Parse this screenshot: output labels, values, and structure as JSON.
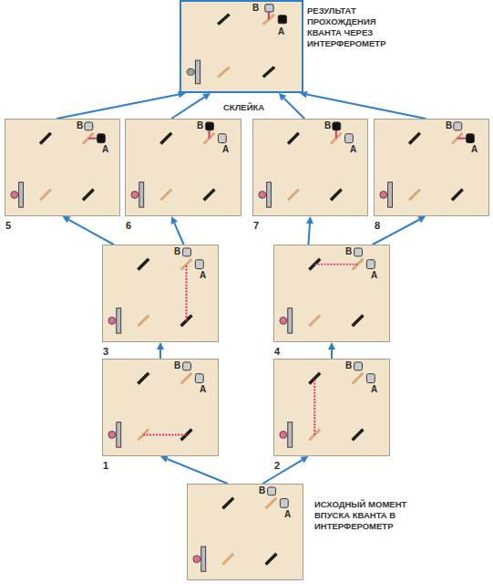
{
  "diagram": {
    "nodes": [
      {
        "text": [
          "РЕЗУЛЬТАТ ПРОХОЖДЕНИЯ КВАНТА ЧЕРЕЗ ИНТЕРФЕРОМЕТР",
          "В",
          "А"
        ]
      },
      {
        "text": [
          "В",
          "А",
          "5"
        ]
      },
      {
        "text": [
          "В",
          "А",
          "6"
        ]
      },
      {
        "text": [
          "В",
          "А",
          "7"
        ]
      },
      {
        "text": [
          "В",
          "А",
          "8"
        ]
      },
      {
        "text": [
          "В",
          "А",
          "3"
        ]
      },
      {
        "text": [
          "В",
          "А",
          "4"
        ]
      },
      {
        "text": [
          "В",
          "А",
          "1"
        ]
      },
      {
        "text": [
          "В",
          "А",
          "2"
        ]
      },
      {
        "text": [
          "В",
          "А",
          "ИСХОДНЫЙ МОМЕНТ ВПУСКА КВАНТА В ИНТЕРФЕРОМЕТР"
        ]
      }
    ],
    "edges": [
      {
        "from": 9,
        "to": 7,
        "arrow": "to"
      },
      {
        "from": 9,
        "to": 8,
        "arrow": "to"
      },
      {
        "from": 7,
        "to": 5,
        "arrow": "to"
      },
      {
        "from": 8,
        "to": 6,
        "arrow": "to"
      },
      {
        "from": 5,
        "to": 1,
        "arrow": "to"
      },
      {
        "from": 5,
        "to": 2,
        "arrow": "to"
      },
      {
        "from": 6,
        "to": 3,
        "arrow": "to"
      },
      {
        "from": 6,
        "to": 4,
        "arrow": "to"
      },
      {
        "from": 1,
        "to": 0,
        "arrow": "to"
      },
      {
        "from": 2,
        "to": 0,
        "arrow": "to"
      },
      {
        "from": 3,
        "to": 0,
        "arrow": "to"
      },
      {
        "from": 4,
        "to": 0,
        "arrow": "to"
      }
    ],
    "labels": [
      "СКЛЕЙКА"
    ]
  }
}
